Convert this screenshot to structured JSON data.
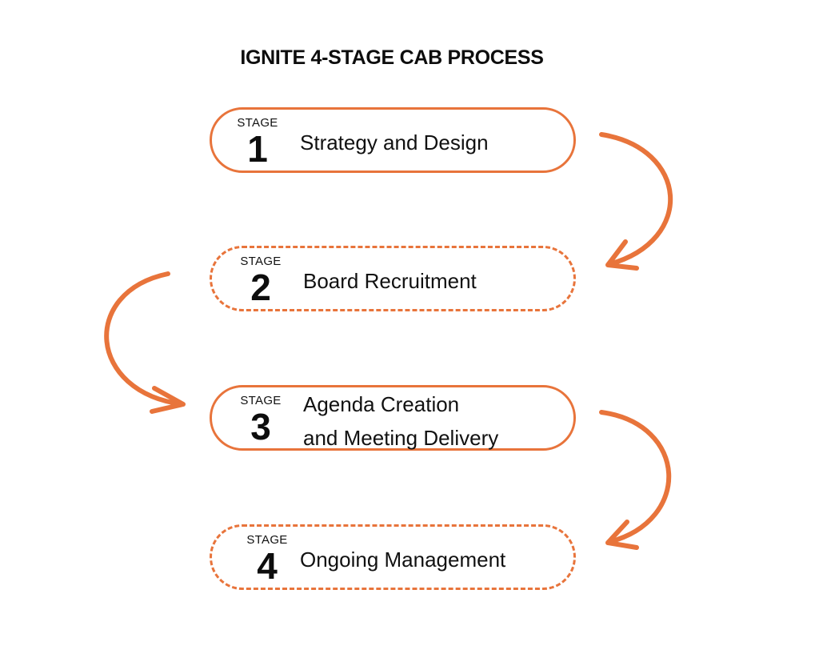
{
  "title": "IGNITE 4-STAGE CAB PROCESS",
  "colors": {
    "accent": "#e8743b",
    "text": "#111111",
    "background": "#ffffff"
  },
  "stages": [
    {
      "word": "STAGE",
      "number": "1",
      "label_lines": [
        "Strategy and Design"
      ],
      "border": "solid"
    },
    {
      "word": "STAGE",
      "number": "2",
      "label_lines": [
        "Board Recruitment"
      ],
      "border": "dashed"
    },
    {
      "word": "STAGE",
      "number": "3",
      "label_lines": [
        "Agenda Creation",
        "and Meeting Delivery"
      ],
      "border": "solid"
    },
    {
      "word": "STAGE",
      "number": "4",
      "label_lines": [
        "Ongoing Management"
      ],
      "border": "dashed"
    }
  ],
  "connectors": [
    {
      "from": "1",
      "to": "2",
      "side": "right"
    },
    {
      "from": "2",
      "to": "3",
      "side": "left"
    },
    {
      "from": "3",
      "to": "4",
      "side": "right"
    }
  ]
}
